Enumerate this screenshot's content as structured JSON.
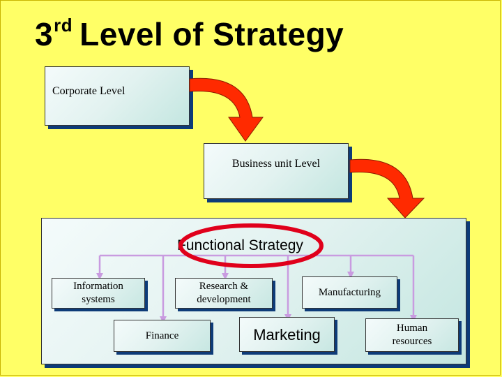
{
  "slide": {
    "title_prefix": "3",
    "title_sup": "rd",
    "title_rest": "Level of Strategy"
  },
  "levels": {
    "corporate": "Corporate Level",
    "business": "Business unit Level",
    "functional": "Functional Strategy"
  },
  "functions": {
    "information_systems": "Information systems",
    "research_development": "Research & development",
    "manufacturing": "Manufacturing",
    "finance": "Finance",
    "marketing": "Marketing",
    "human_resources": "Human resources"
  },
  "colors": {
    "background": "#ffff66",
    "arrow": "#ff2a00",
    "connector": "#c99be0",
    "highlight": "#e0001b",
    "box_shadow": "#0d3b78"
  }
}
